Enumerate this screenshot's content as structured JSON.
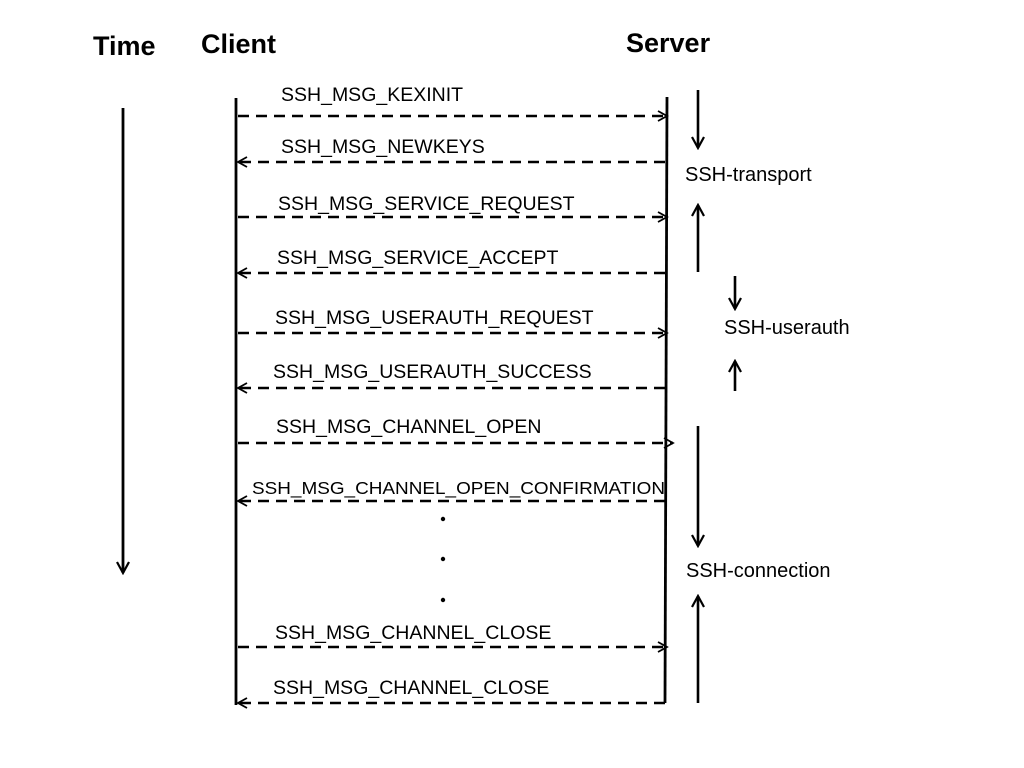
{
  "headings": {
    "time": "Time",
    "client": "Client",
    "server": "Server"
  },
  "messages": [
    {
      "label": "SSH_MSG_KEXINIT",
      "direction": "client-to-server"
    },
    {
      "label": "SSH_MSG_NEWKEYS",
      "direction": "server-to-client"
    },
    {
      "label": "SSH_MSG_SERVICE_REQUEST",
      "direction": "client-to-server"
    },
    {
      "label": "SSH_MSG_SERVICE_ACCEPT",
      "direction": "server-to-client"
    },
    {
      "label": "SSH_MSG_USERAUTH_REQUEST",
      "direction": "client-to-server"
    },
    {
      "label": "SSH_MSG_USERAUTH_SUCCESS",
      "direction": "server-to-client"
    },
    {
      "label": "SSH_MSG_CHANNEL_OPEN",
      "direction": "client-to-server"
    },
    {
      "label": "SSH_MSG_CHANNEL_OPEN_CONFIRMATION",
      "direction": "server-to-client"
    },
    {
      "label": "SSH_MSG_CHANNEL_CLOSE",
      "direction": "client-to-server"
    },
    {
      "label": "SSH_MSG_CHANNEL_CLOSE",
      "direction": "server-to-client"
    }
  ],
  "layers": [
    {
      "label": "SSH-transport"
    },
    {
      "label": "SSH-userauth"
    },
    {
      "label": "SSH-connection"
    }
  ],
  "colors": {
    "stroke": "#000000",
    "background": "#ffffff"
  }
}
